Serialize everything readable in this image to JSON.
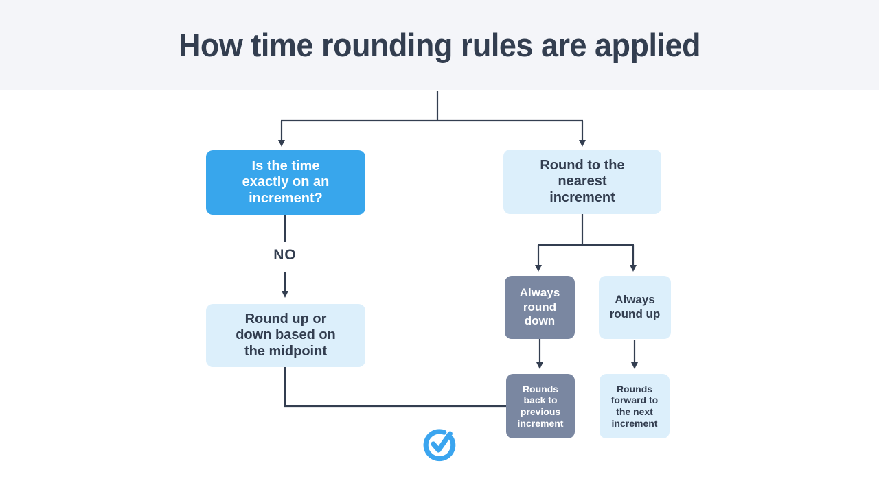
{
  "header": {
    "title": "How time rounding rules are applied"
  },
  "flowchart": {
    "nodes": [
      {
        "id": "question",
        "label": "Is the time exactly on an increment?",
        "variant": "primary"
      },
      {
        "id": "round-nearest",
        "label": "Round to the nearest increment",
        "variant": "light"
      },
      {
        "id": "midpoint",
        "label": "Round up or down based on the midpoint",
        "variant": "light"
      },
      {
        "id": "always-down",
        "label": "Always round down",
        "variant": "gray"
      },
      {
        "id": "always-up",
        "label": "Always round up",
        "variant": "light"
      },
      {
        "id": "rounds-back",
        "label": "Rounds back to previous increment",
        "variant": "gray"
      },
      {
        "id": "rounds-forward",
        "label": "Rounds forward to the next increment",
        "variant": "light"
      }
    ],
    "edge_labels": {
      "no": "NO"
    }
  },
  "icons": {
    "logo": "clock-check-icon"
  },
  "colors": {
    "primary_blue": "#38A6EC",
    "light_blue": "#DCEFFB",
    "slate_gray": "#7A87A1",
    "dark_navy": "#333E50",
    "header_bg": "#F4F5F9",
    "logo_blue": "#3BA5EF"
  }
}
